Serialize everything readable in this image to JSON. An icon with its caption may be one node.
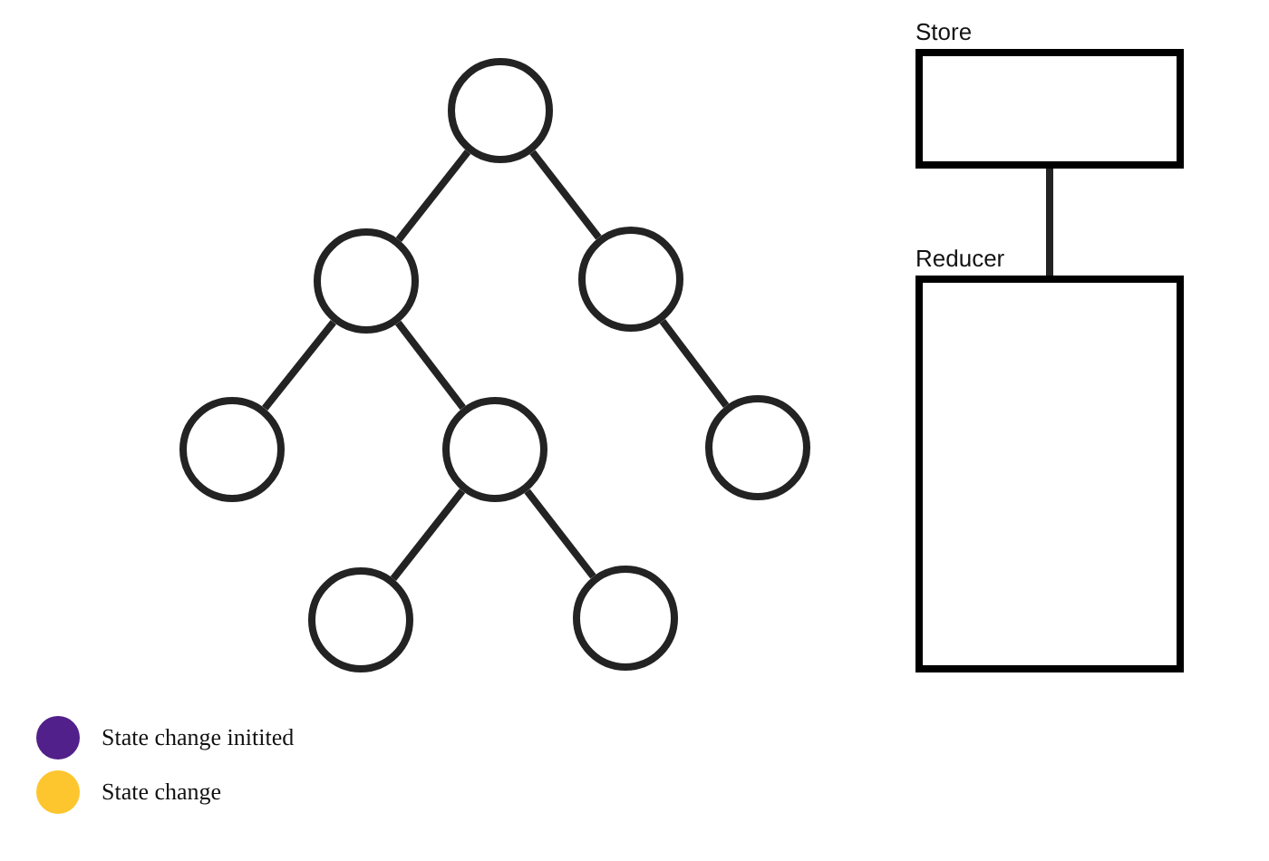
{
  "diagram": {
    "nodes": [
      {
        "text": [],
        "shape": "circle"
      },
      {
        "text": [],
        "shape": "circle"
      },
      {
        "text": [],
        "shape": "circle"
      },
      {
        "text": [],
        "shape": "circle"
      },
      {
        "text": [],
        "shape": "circle"
      },
      {
        "text": [],
        "shape": "circle"
      },
      {
        "text": [],
        "shape": "circle"
      },
      {
        "text": [],
        "shape": "circle"
      },
      {
        "text": [
          "Store"
        ]
      },
      {
        "text": [
          "Reducer"
        ]
      }
    ],
    "edges": [
      {
        "from": 0,
        "to": 1,
        "arrow": "none"
      },
      {
        "from": 0,
        "to": 2,
        "arrow": "none"
      },
      {
        "from": 1,
        "to": 3,
        "arrow": "none"
      },
      {
        "from": 1,
        "to": 4,
        "arrow": "none"
      },
      {
        "from": 2,
        "to": 5,
        "arrow": "none"
      },
      {
        "from": 4,
        "to": 6,
        "arrow": "none"
      },
      {
        "from": 4,
        "to": 7,
        "arrow": "none"
      },
      {
        "from": 8,
        "to": 9,
        "arrow": "none"
      }
    ],
    "legend": [
      {
        "text": "State change initited",
        "color": "#52208a"
      },
      {
        "text": "State change",
        "color": "#fdc62f"
      }
    ]
  }
}
